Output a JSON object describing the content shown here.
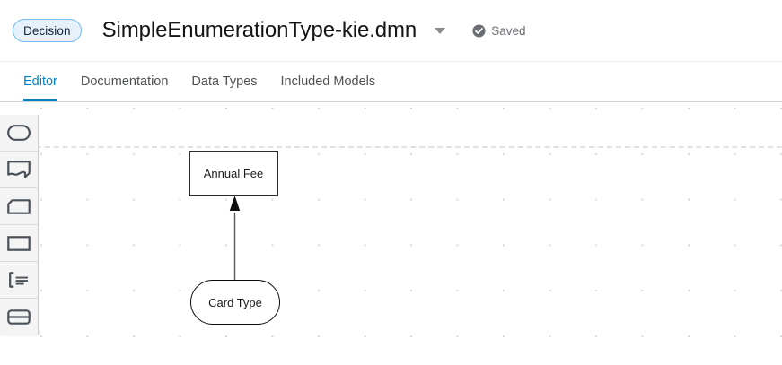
{
  "header": {
    "badge_label": "Decision",
    "file_name": "SimpleEnumerationType-kie.dmn",
    "caret_icon": "chevron-down-icon",
    "save_status": "Saved",
    "save_icon": "check-circle-icon"
  },
  "tabs": [
    {
      "label": "Editor",
      "active": true
    },
    {
      "label": "Documentation",
      "active": false
    },
    {
      "label": "Data Types",
      "active": false
    },
    {
      "label": "Included Models",
      "active": false
    }
  ],
  "palette": {
    "items": [
      {
        "icon": "input-data-icon",
        "label": "Input Data"
      },
      {
        "icon": "knowledge-source-icon",
        "label": "Knowledge Source"
      },
      {
        "icon": "business-knowledge-model-icon",
        "label": "Business Knowledge Model"
      },
      {
        "icon": "decision-icon",
        "label": "Decision"
      },
      {
        "icon": "text-annotation-icon",
        "label": "Text Annotation"
      },
      {
        "icon": "decision-service-icon",
        "label": "Decision Service"
      }
    ]
  },
  "canvas": {
    "nodes": [
      {
        "id": "annual-fee",
        "type": "decision",
        "label": "Annual Fee"
      },
      {
        "id": "card-type",
        "type": "input-data",
        "label": "Card Type"
      }
    ],
    "edges": [
      {
        "from": "card-type",
        "to": "annual-fee",
        "type": "information-requirement"
      }
    ]
  },
  "colors": {
    "accent": "#0083c6",
    "badge_bg": "#e7f1fa",
    "badge_border": "#73bcf7",
    "node_stroke": "#2b2b2b",
    "grid_dot": "#d9d9d9",
    "muted_text": "#6a6e73"
  }
}
